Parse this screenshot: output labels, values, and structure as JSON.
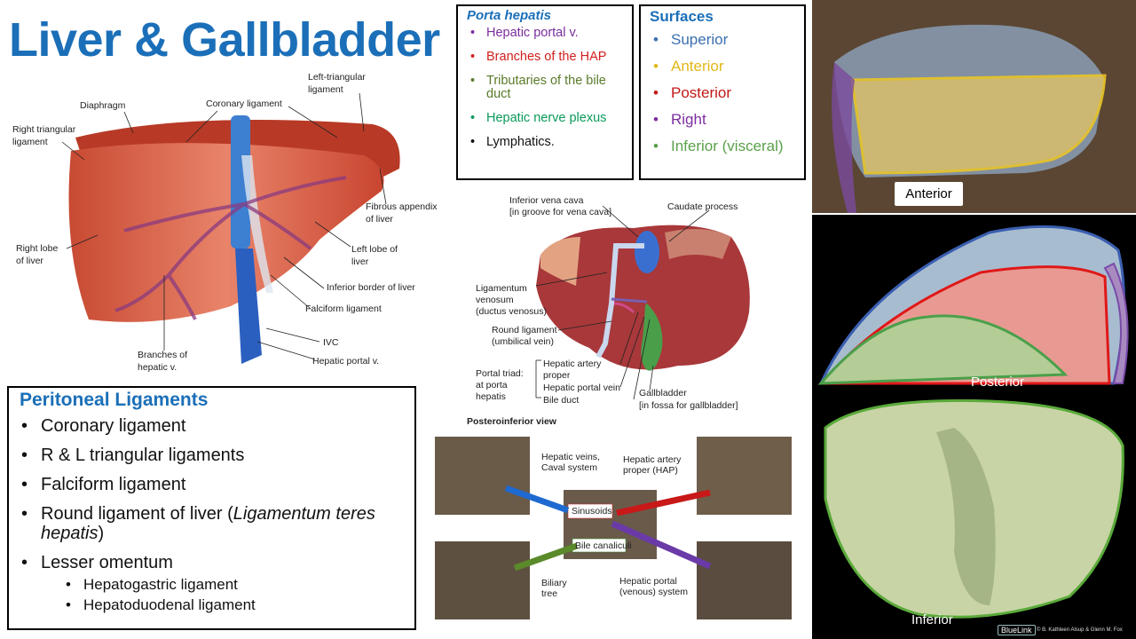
{
  "title": "Liver & Gallbladder",
  "liver_labels": {
    "diaphragm": "Diaphragm",
    "coronary": "Coronary ligament",
    "left_tri_1": "Left-triangular",
    "left_tri_2": "ligament",
    "right_tri_1": "Right triangular",
    "right_tri_2": "ligament",
    "fibrous_1": "Fibrous appendix",
    "fibrous_2": "of liver",
    "right_lobe_1": "Right lobe",
    "right_lobe_2": "of liver",
    "left_lobe_1": "Left lobe of",
    "left_lobe_2": "liver",
    "inferior_border": "Inferior border of liver",
    "falciform": "Falciform ligament",
    "ivc": "IVC",
    "hepatic_portal": "Hepatic portal v.",
    "branches_1": "Branches of",
    "branches_2": "hepatic v."
  },
  "porta_hepatis": {
    "title": "Porta hepatis",
    "items": [
      {
        "text": "Hepatic portal v.",
        "color": "#7b2d9e"
      },
      {
        "text": "Branches of the HAP",
        "color": "#d0201e"
      },
      {
        "text": "Tributaries of the bile duct",
        "color": "#5a7a2a"
      },
      {
        "text": "Hepatic nerve plexus",
        "color": "#0a9a5a"
      },
      {
        "text": "Lymphatics.",
        "color": "#111111"
      }
    ]
  },
  "surfaces": {
    "title": "Surfaces",
    "items": [
      {
        "text": "Superior",
        "color": "#3a6fb0"
      },
      {
        "text": "Anterior",
        "color": "#e0b81a"
      },
      {
        "text": "Posterior",
        "color": "#c01818"
      },
      {
        "text": "Right",
        "color": "#7b2d9e"
      },
      {
        "text": "Inferior (visceral)",
        "color": "#5aa04a"
      }
    ]
  },
  "peritoneal": {
    "title": "Peritoneal Ligaments",
    "coronary": "Coronary ligament",
    "triangular": "R & L triangular ligaments",
    "falciform": "Falciform ligament",
    "round_a": "Round ligament of liver (",
    "round_latin": "Ligamentum teres hepatis",
    "round_b": ")",
    "lesser": "Lesser omentum",
    "hepatogastric": "Hepatogastric ligament",
    "hepatoduodenal": "Hepatoduodenal ligament"
  },
  "postero_labels": {
    "ivc_1": "Inferior vena cava",
    "ivc_2": "[in groove for vena cava]",
    "caudate": "Caudate process",
    "lig_ven_1": "Ligamentum",
    "lig_ven_2": "venosum",
    "lig_ven_3": "(ductus venosus)",
    "round_1": "Round ligament",
    "round_2": "(umbilical vein)",
    "triad_1": "Portal triad:",
    "triad_2": "at porta",
    "triad_3": "hepatis",
    "hap_1": "Hepatic artery",
    "hap_2": "proper",
    "hpv": "Hepatic portal vein",
    "bile": "Bile duct",
    "gb_1": "Gallbladder",
    "gb_2": "[in fossa for gallbladder]",
    "view": "Posteroinferior view"
  },
  "flow_labels": {
    "hv_1": "Hepatic veins,",
    "hv_2": "Caval system",
    "hap_1": "Hepatic artery",
    "hap_2": "proper (HAP)",
    "sinusoids": "Sinusoids",
    "canaliculi": "Bile canaliculi",
    "biliary_1": "Biliary",
    "biliary_2": "tree",
    "hpv_1": "Hepatic portal",
    "hpv_2": "(venous) system"
  },
  "photos": {
    "anterior": "Anterior",
    "posterior": "Posterior",
    "inferior": "Inferior",
    "brand": "BlueLink",
    "credit": "© B. Kathleen Alsup & Glenn M. Fox"
  }
}
